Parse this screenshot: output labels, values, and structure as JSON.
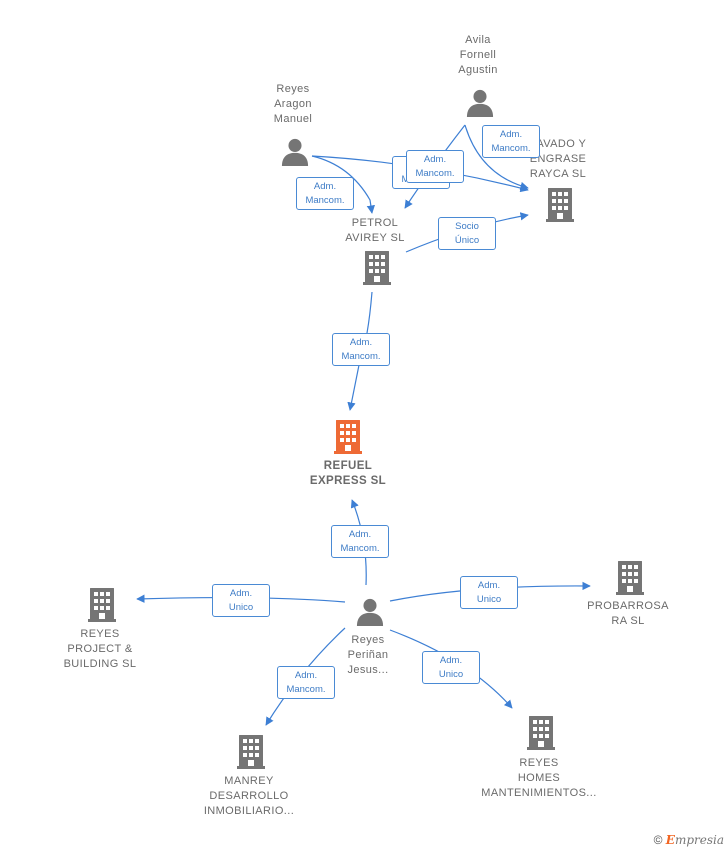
{
  "colors": {
    "edge": "#3d7fd4",
    "node_default": "#757575",
    "node_main": "#ee6a35"
  },
  "nodes": [
    {
      "id": "refuel",
      "type": "company",
      "main": true,
      "label": "REFUEL\nEXPRESS SL",
      "icon": "building-icon"
    },
    {
      "id": "petrol",
      "type": "company",
      "label": "PETROL\nAVIREY SL",
      "icon": "building-icon"
    },
    {
      "id": "lavado",
      "type": "company",
      "label": "LAVADO Y\nENGRASE\nRAYCA SL",
      "icon": "building-icon"
    },
    {
      "id": "avila",
      "type": "person",
      "label": "Avila\nFornell\nAgustin",
      "icon": "person-icon"
    },
    {
      "id": "reyes_aragon",
      "type": "person",
      "label": "Reyes\nAragon\nManuel",
      "icon": "person-icon"
    },
    {
      "id": "reyes_perinan",
      "type": "person",
      "label": "Reyes\nPeriñan\nJesus...",
      "icon": "person-icon"
    },
    {
      "id": "reyes_project",
      "type": "company",
      "label": "REYES\nPROJECT &\nBUILDING SL",
      "icon": "building-icon"
    },
    {
      "id": "probarrosa",
      "type": "company",
      "label": "PROBARROSA\nRA SL",
      "icon": "building-icon"
    },
    {
      "id": "manrey",
      "type": "company",
      "label": "MANREY\nDESARROLLO\nINMOBILIARIO...",
      "icon": "building-icon"
    },
    {
      "id": "reyes_homes",
      "type": "company",
      "label": "REYES\nHOMES\nMANTENIMIENTOS...",
      "icon": "building-icon"
    }
  ],
  "edges": [
    {
      "from": "reyes_aragon",
      "to": "petrol",
      "label": "Adm.\nMancom."
    },
    {
      "from": "reyes_aragon",
      "to": "lavado",
      "label": "Adm.\nMancom."
    },
    {
      "from": "avila",
      "to": "petrol",
      "label": "Adm.\nMancom."
    },
    {
      "from": "avila",
      "to": "lavado",
      "label": "Adm.\nMancom."
    },
    {
      "from": "petrol",
      "to": "lavado",
      "label": "Socio\nÚnico"
    },
    {
      "from": "petrol",
      "to": "refuel",
      "label": "Adm.\nMancom."
    },
    {
      "from": "reyes_perinan",
      "to": "refuel",
      "label": "Adm.\nMancom."
    },
    {
      "from": "reyes_perinan",
      "to": "reyes_project",
      "label": "Adm.\nUnico"
    },
    {
      "from": "reyes_perinan",
      "to": "probarrosa",
      "label": "Adm.\nUnico"
    },
    {
      "from": "reyes_perinan",
      "to": "manrey",
      "label": "Adm.\nMancom."
    },
    {
      "from": "reyes_perinan",
      "to": "reyes_homes",
      "label": "Adm.\nUnico"
    }
  ],
  "footer": {
    "copyright_symbol": "©",
    "brand_first_letter": "E",
    "brand_rest": "mpresia"
  }
}
